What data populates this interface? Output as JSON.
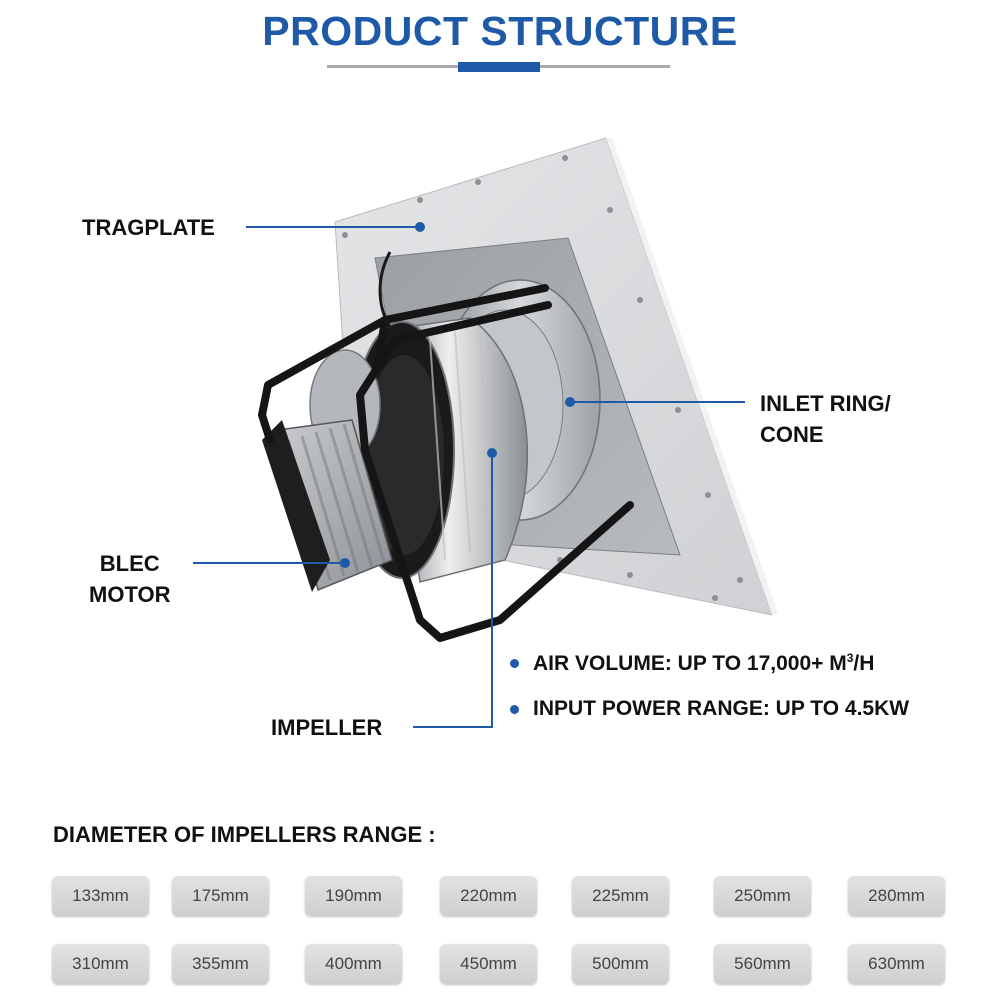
{
  "header": {
    "title": "PRODUCT STRUCTURE"
  },
  "labels": {
    "tragplate": "TRAGPLATE",
    "inlet_line1": "INLET RING/",
    "inlet_line2": "CONE",
    "motor_line1": "BLEC",
    "motor_line2": "MOTOR",
    "impeller": "IMPELLER"
  },
  "specs": {
    "air_volume": "AIR VOLUME: UP TO 17,000+ M",
    "air_volume_sup": "3",
    "air_volume_unit": "/H",
    "input_power": "INPUT POWER RANGE: UP TO 4.5KW"
  },
  "diameters": {
    "title": "DIAMETER OF IMPELLERS RANGE :",
    "row1": [
      "133mm",
      "175mm",
      "190mm",
      "220mm",
      "225mm",
      "250mm",
      "280mm"
    ],
    "row2": [
      "310mm",
      "355mm",
      "400mm",
      "450mm",
      "500mm",
      "560mm",
      "630mm"
    ]
  },
  "colors": {
    "accent": "#1f5aa8",
    "rule": "#a7a9ac",
    "chip": "#d9d9d9"
  }
}
